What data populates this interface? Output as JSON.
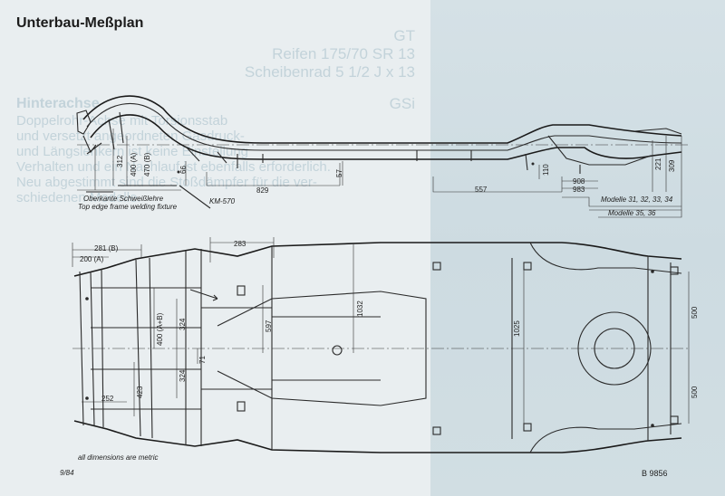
{
  "page": {
    "title": "Unterbau-Meßplan",
    "date_code": "9/84",
    "figure_code": "B 9856",
    "metric_note": "all dimensions are metric"
  },
  "background_page": {
    "model_gt": "GT",
    "tire_gt": "Reifen 175/70 SR 13",
    "wheel_gt": "Scheibenrad 5 1/2 J x 13",
    "model_gsi": "GSi",
    "heading": "Hinterachse",
    "paragraph_lines": [
      "Doppelrohr-Achse mit Torsionsstab",
      "und versetzt angeordneten Gasdruck-",
      "und Längslenkern ist keine Einstellung",
      "Verhalten und ein Nachlauf ist ebenfalls erforderlich.",
      "Neu abgestimmt sind die Stoßdämpfer für die ver-",
      "schiedenen Modelle."
    ]
  },
  "fixture_note": {
    "de": "Oberkante Schweißlehre",
    "en": "Top edge frame welding fixture",
    "part": "KM-570"
  },
  "models": {
    "group_a": "Modelle 31, 32, 33, 34",
    "group_b": "Modelle 35, 36"
  },
  "side_view_dims": {
    "d312": "312",
    "d400a": "400 (A)",
    "d470b": "470 (B)",
    "d66": "66",
    "d57": "57",
    "d829": "829",
    "d110": "110",
    "d557": "557",
    "d221": "221",
    "d309": "309",
    "d908": "908",
    "d983": "983"
  },
  "top_view_dims": {
    "d281b": "281 (B)",
    "d200a": "200 (A)",
    "d283": "283",
    "d400ab": "400 (A+B)",
    "d324a": "324",
    "d324b": "324",
    "d597": "597",
    "d1032": "1032",
    "d71": "71",
    "d423": "423",
    "d252": "252",
    "d1025": "1025",
    "d500a": "500",
    "d500b": "500"
  }
}
